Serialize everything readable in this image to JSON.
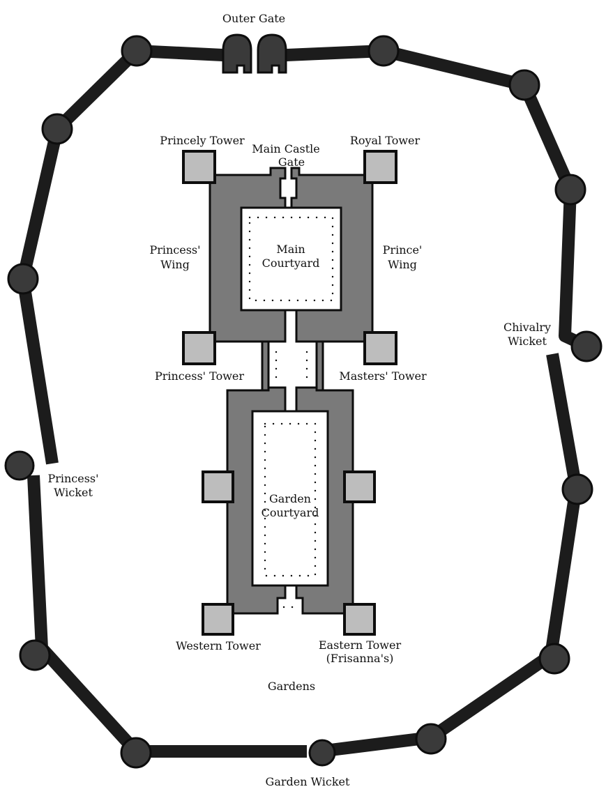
{
  "colors": {
    "wall": "#1c1c1c",
    "tower_round": "#3a3a3a",
    "building": "#7a7a7a",
    "tower_square": "#bdbdbd",
    "outline": "#0d0d0d",
    "courtyard": "#ffffff",
    "ground": "#ffffff"
  },
  "labels": {
    "outer_gate": "Outer Gate",
    "princely_tower": "Princely Tower",
    "main_castle_gate_line1": "Main Castle",
    "main_castle_gate_line2": "Gate",
    "royal_tower": "Royal Tower",
    "princess_wing_line1": "Princess'",
    "princess_wing_line2": "Wing",
    "main_courtyard_line1": "Main",
    "main_courtyard_line2": "Courtyard",
    "prince_wing_line1": "Prince'",
    "prince_wing_line2": "Wing",
    "chivalry_wicket_line1": "Chivalry",
    "chivalry_wicket_line2": "Wicket",
    "princess_tower": "Princess' Tower",
    "masters_tower": "Masters' Tower",
    "princess_wicket_line1": "Princess'",
    "princess_wicket_line2": "Wicket",
    "garden_courtyard_line1": "Garden",
    "garden_courtyard_line2": "Courtyard",
    "western_tower": "Western Tower",
    "eastern_tower_line1": "Eastern Tower",
    "eastern_tower_line2": "(Frisanna's)",
    "gardens": "Gardens",
    "garden_wicket": "Garden Wicket"
  }
}
